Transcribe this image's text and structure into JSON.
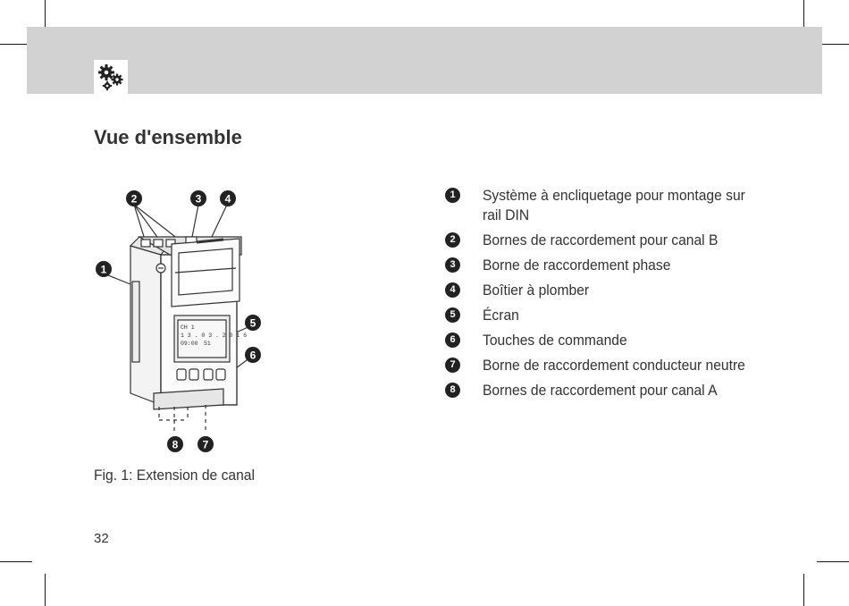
{
  "page": {
    "title": "Vue d'ensemble",
    "caption": "Fig. 1: Extension de canal",
    "page_number": "32",
    "header_icon": "gears-icon",
    "band_color": "#d2d2d2"
  },
  "figure": {
    "device_icon": "din-rail-timer-device",
    "callouts": [
      "1",
      "2",
      "3",
      "4",
      "5",
      "6",
      "7",
      "8"
    ],
    "display": {
      "line1": "CH 1",
      "line2": "1 3 . 0 3 . 2 0 1 6",
      "line3": "09:00",
      "line3b": "51"
    }
  },
  "legend": [
    {
      "num": "1",
      "text": "Système à encliquetage pour montage sur rail DIN"
    },
    {
      "num": "2",
      "text": "Bornes de raccordement pour canal B"
    },
    {
      "num": "3",
      "text": "Borne de raccordement phase"
    },
    {
      "num": "4",
      "text": "Boîtier à plomber"
    },
    {
      "num": "5",
      "text": "Écran"
    },
    {
      "num": "6",
      "text": "Touches de commande"
    },
    {
      "num": "7",
      "text": "Borne de raccordement conducteur neutre"
    },
    {
      "num": "8",
      "text": "Bornes de raccordement pour canal A"
    }
  ]
}
